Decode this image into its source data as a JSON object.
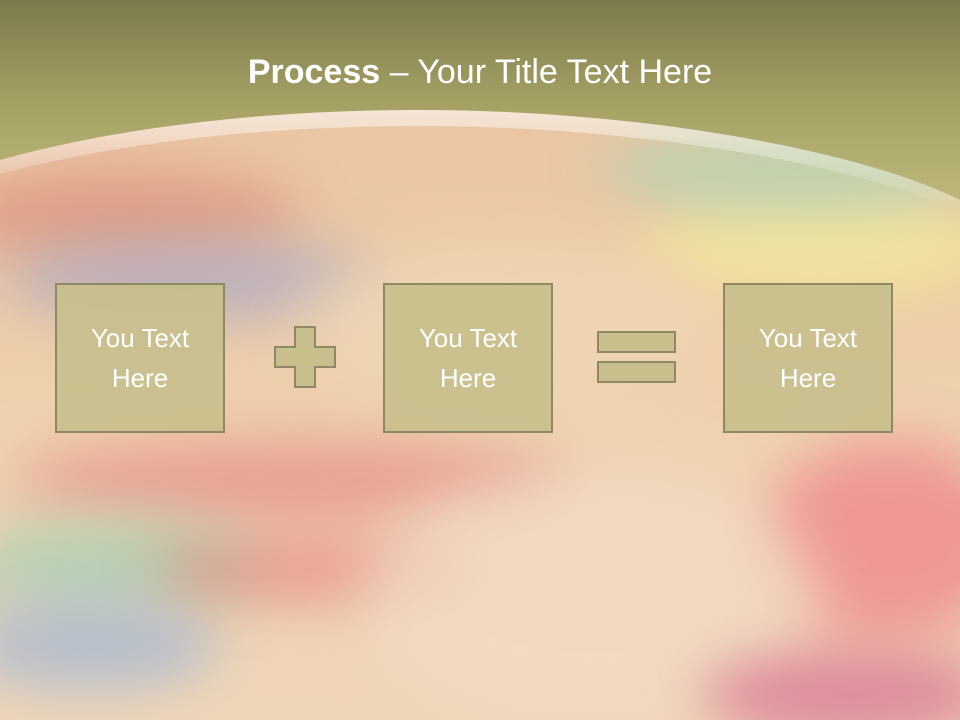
{
  "slide": {
    "title_bold": "Process",
    "title_rest": " – Your Title Text Here",
    "boxes": [
      {
        "text": "You Text Here"
      },
      {
        "text": "You Text Here"
      },
      {
        "text": "You Text Here"
      }
    ],
    "operators": [
      "plus-icon",
      "equals-icon"
    ],
    "colors": {
      "header_band": "#b8b27a",
      "box_fill": "#c8bf8c",
      "box_border": "#8e8864",
      "text": "#ffffff"
    }
  }
}
